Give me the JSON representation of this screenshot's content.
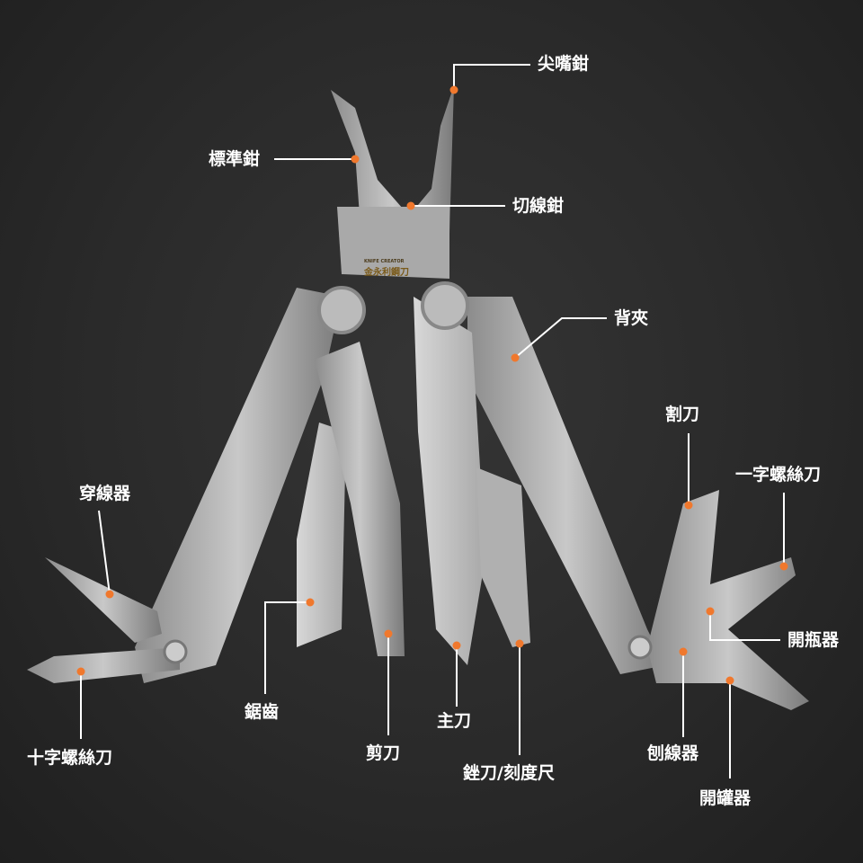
{
  "brand_logo": {
    "small_text": "KNIFE CREATOR",
    "name": "金永利鋼刀"
  },
  "accent_color": "#f0782d",
  "labels": {
    "needle_nose_pliers": "尖嘴鉗",
    "standard_pliers": "標準鉗",
    "wire_cutter": "切線鉗",
    "back_clip": "背夾",
    "hook_cutter": "割刀",
    "flat_screwdriver": "一字螺絲刀",
    "threader": "穿線器",
    "bottle_opener": "開瓶器",
    "saw": "鋸齒",
    "phillips_screwdriver": "十字螺絲刀",
    "scissors": "剪刀",
    "main_blade": "主刀",
    "file_ruler": "銼刀/刻度尺",
    "wire_stripper": "刨線器",
    "can_opener": "開罐器"
  }
}
